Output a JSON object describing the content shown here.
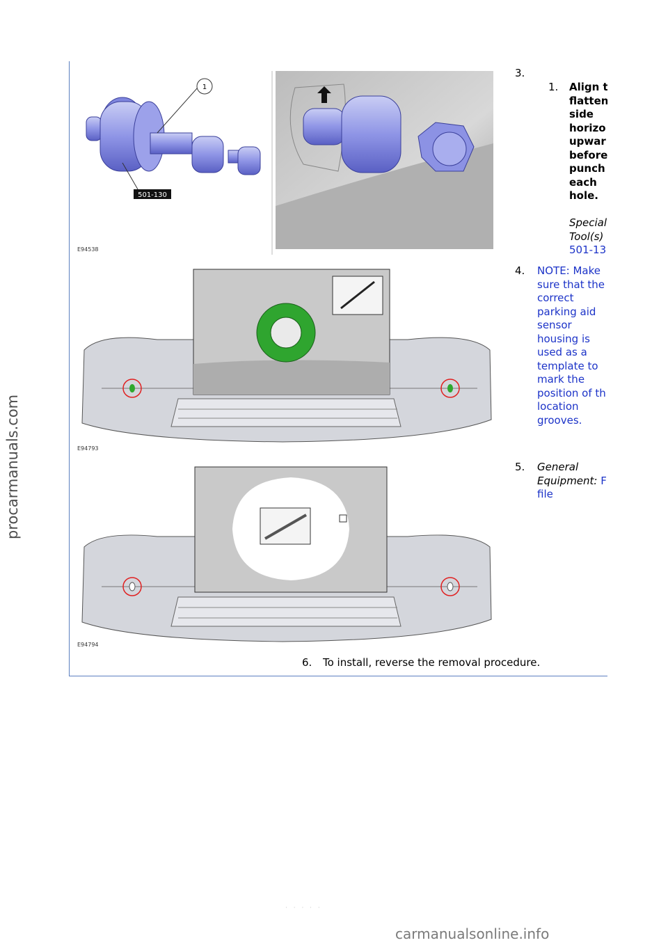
{
  "watermarks": {
    "side": "procarmanuals.com",
    "bottom": "carmanualsonline.info"
  },
  "footer": {
    "faint": "· · ·   · ·"
  },
  "figures": [
    {
      "label": "E94538",
      "callout": "1",
      "tool_tag": "501-130"
    },
    {
      "label": "E94793"
    },
    {
      "label": "E94794"
    }
  ],
  "steps": {
    "s3": {
      "num": "3.",
      "sub_num": "1.",
      "bold_lines": [
        "Align t",
        "flatten",
        "side",
        "horizo",
        "upwar",
        "before",
        "punch",
        "each",
        "hole."
      ],
      "special_lines": [
        "Special",
        "Tool(s)"
      ],
      "special_link": "501-13"
    },
    "s4": {
      "num": "4.",
      "lines": [
        "NOTE: Make",
        "sure that the",
        "correct",
        "parking aid",
        "sensor",
        "housing is",
        "used as a",
        "template to",
        "mark the",
        "position of th",
        "location",
        "grooves."
      ]
    },
    "s5": {
      "num": "5.",
      "italic_lines": [
        "General",
        "Equipment: "
      ],
      "link_a": "F",
      "link_b": "file"
    },
    "s6": {
      "num": "6.",
      "text": "To install, reverse the removal procedure."
    }
  }
}
